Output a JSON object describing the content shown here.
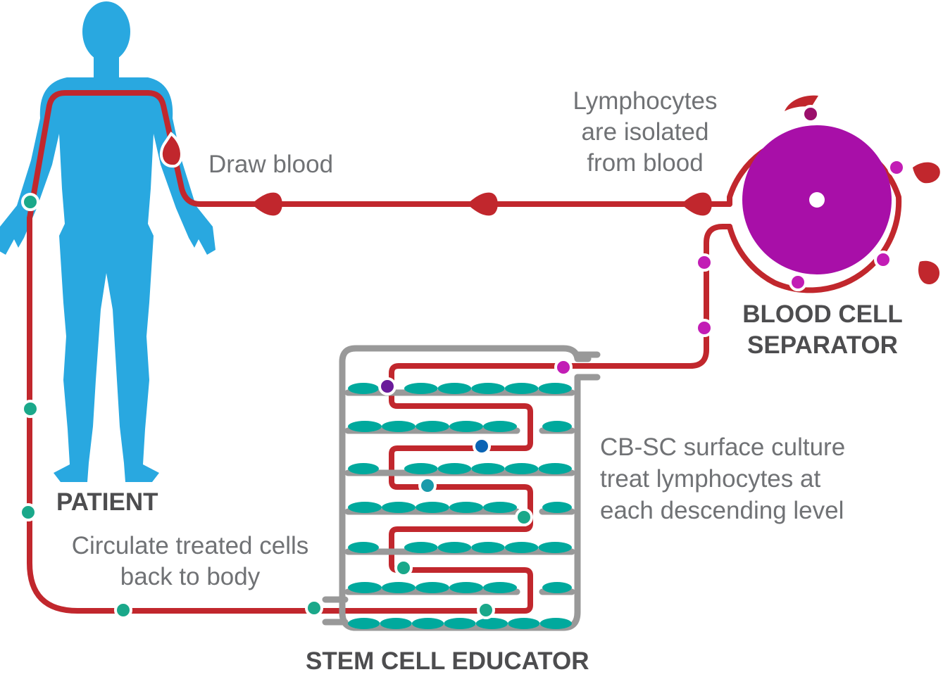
{
  "labels": {
    "draw_blood": "Draw blood",
    "lymphocytes_line1": "Lymphocytes",
    "lymphocytes_line2": "are isolated",
    "lymphocytes_line3": "from blood",
    "separator_line1": "BLOOD CELL",
    "separator_line2": "SEPARATOR",
    "patient": "PATIENT",
    "circulate_line1": "Circulate treated cells",
    "circulate_line2": "back to body",
    "culture_line1": "CB-SC surface culture",
    "culture_line2": "treat lymphocytes at",
    "culture_line3": "each descending level",
    "educator": "STEM CELL EDUCATOR"
  },
  "icons": [
    "human-figure-icon",
    "blood-drop-icon",
    "centrifuge-icon",
    "cell-icon"
  ],
  "colors": {
    "body": "#29a8e0",
    "tube": "#c1272d",
    "separator": "#a80fa8",
    "frame": "#999999",
    "culture": "#00a99d",
    "cell_teal": "#1aa88a",
    "cell_magenta": "#c21db5",
    "cell_purple": "#6a1b9a",
    "cell_blue": "#0a64b4",
    "cell_darkmagenta": "#9b0f6b",
    "text": "#707275",
    "title": "#4d4d4f"
  }
}
